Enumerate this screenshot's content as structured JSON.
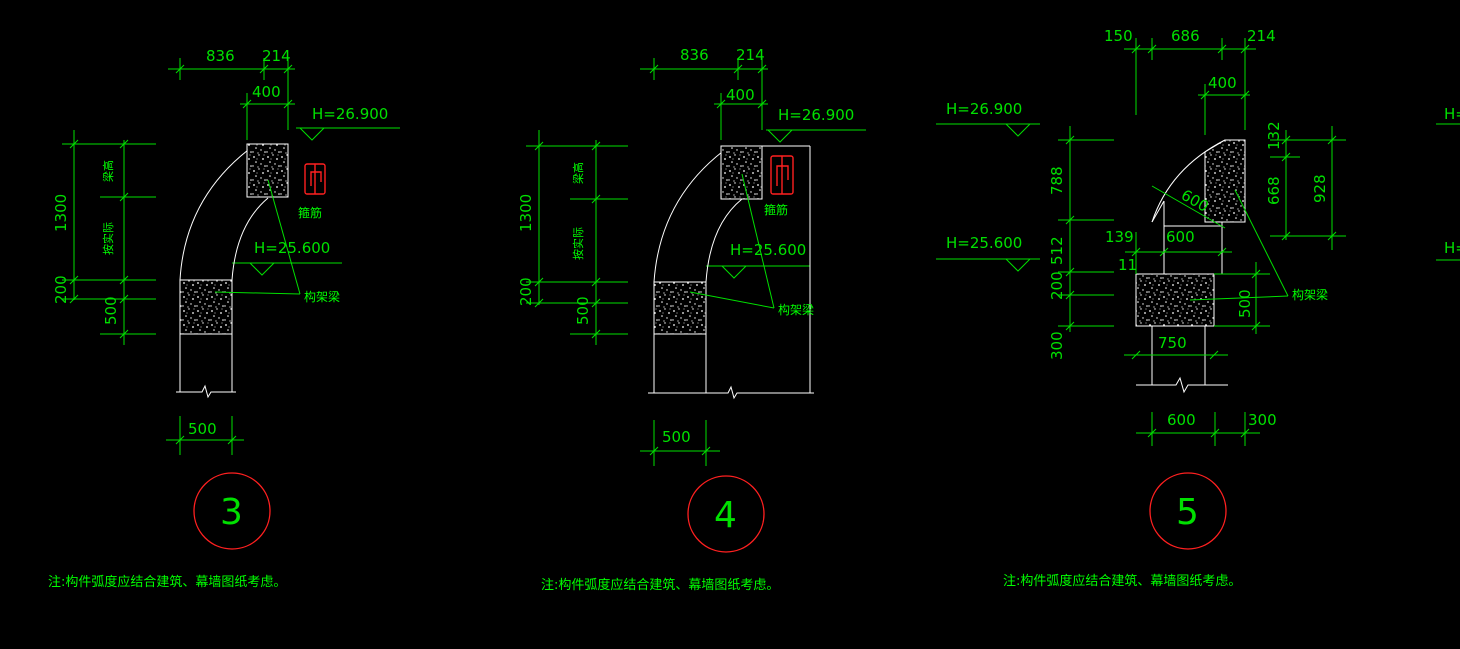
{
  "details": [
    {
      "number": "3",
      "note": "注:构件弧度应结合建筑、幕墙图纸考虑。",
      "top_dims": [
        "836",
        "214"
      ],
      "inner_dim": "400",
      "elev_top": "H=26.900",
      "elev_mid": "H=25.600",
      "left_dims": [
        "1300",
        "200",
        "500"
      ],
      "left_labels": [
        "梁高",
        "按实际"
      ],
      "stirrup": "箍筋",
      "frame_beam": "构架梁",
      "bottom_dim": "500"
    },
    {
      "number": "4",
      "note": "注:构件弧度应结合建筑、幕墙图纸考虑。",
      "top_dims": [
        "836",
        "214"
      ],
      "inner_dim": "400",
      "elev_top": "H=26.900",
      "elev_mid": "H=25.600",
      "left_dims": [
        "1300",
        "200",
        "500"
      ],
      "left_labels": [
        "梁高",
        "按实际"
      ],
      "stirrup": "箍筋",
      "frame_beam": "构架梁",
      "bottom_dim": "500"
    },
    {
      "number": "5",
      "note": "注:构件弧度应结合建筑、幕墙图纸考虑。",
      "top_dims": [
        "150",
        "686",
        "214"
      ],
      "inner_dim": "400",
      "elev_top": "H=26.900",
      "elev_mid": "H=25.600",
      "left_dims": [
        "788",
        "512",
        "200",
        "300"
      ],
      "diag_dim": "600",
      "mid_dims": [
        "139",
        "11",
        "600"
      ],
      "right_dims": [
        "132",
        "668",
        "928",
        "500"
      ],
      "frame_beam": "构架梁",
      "width_dim": "750",
      "bottom_dims": [
        "600",
        "300"
      ]
    }
  ],
  "partial_right": "H="
}
